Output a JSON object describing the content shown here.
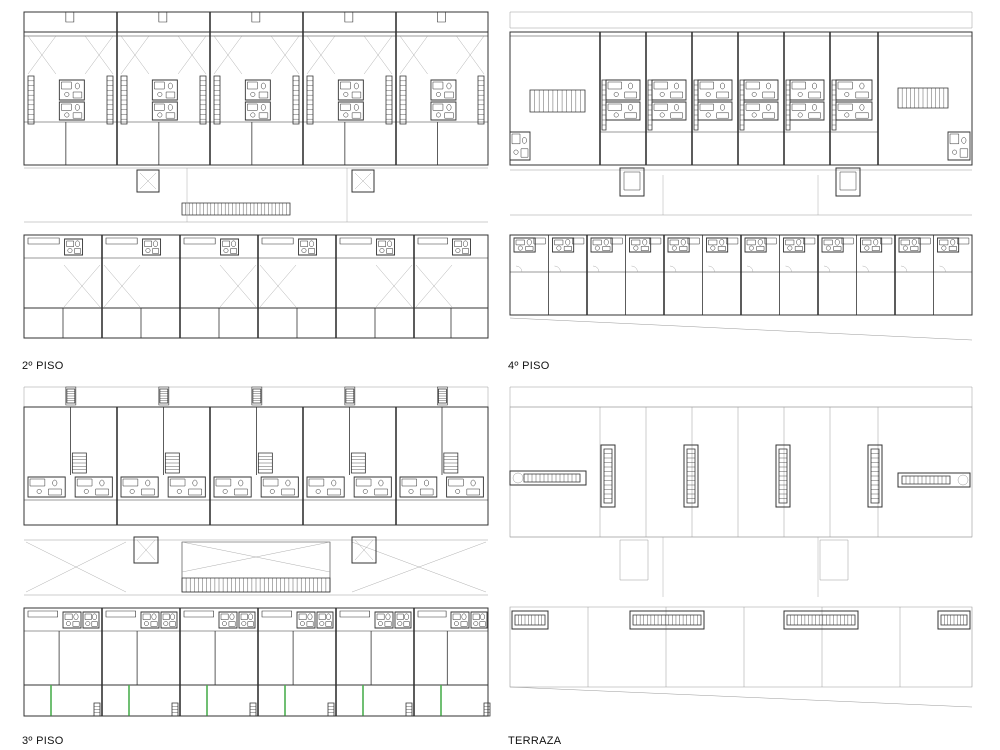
{
  "panels": [
    {
      "label": "2º PISO"
    },
    {
      "label": "4º PISO"
    },
    {
      "label": "3º PISO"
    },
    {
      "label": "TERRAZA"
    }
  ],
  "colors": {
    "line": "#333333",
    "light": "#9a9a9a",
    "accent": "#4caf50",
    "fill": "#ffffff"
  }
}
